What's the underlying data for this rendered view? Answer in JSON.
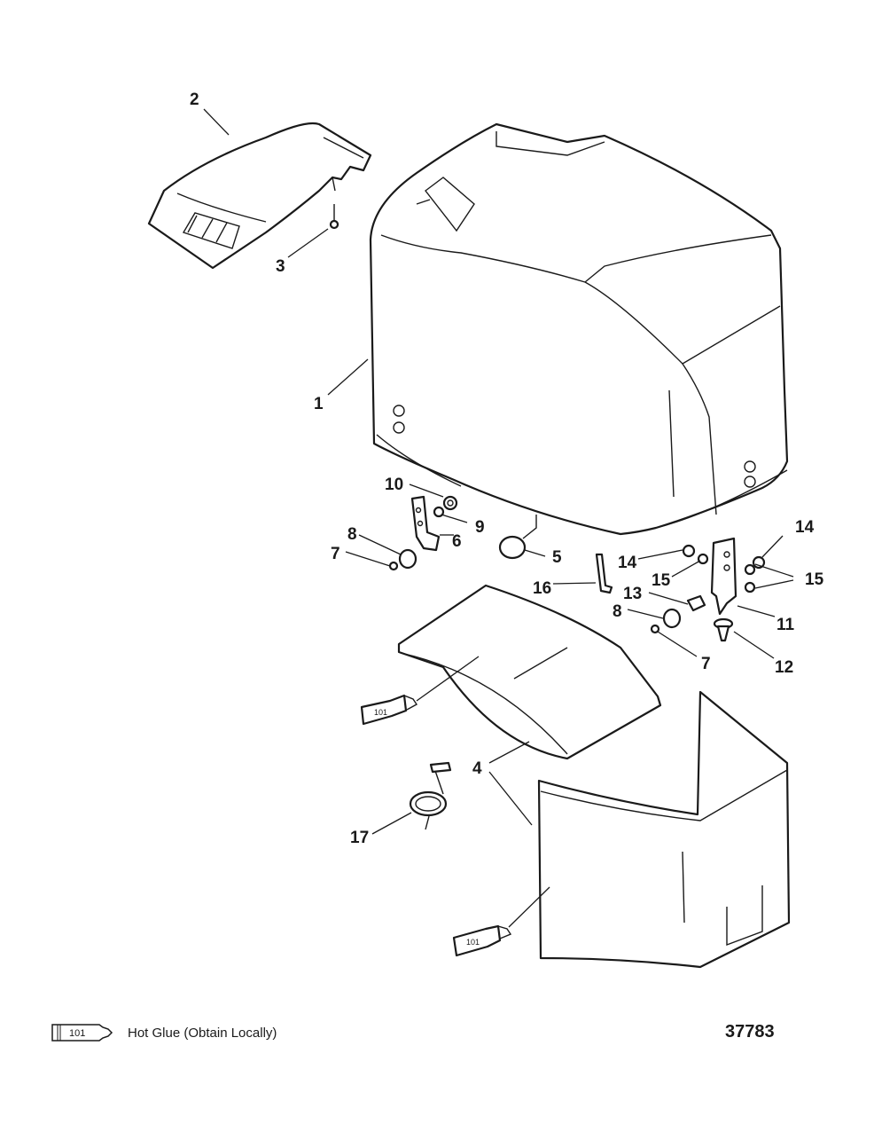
{
  "callouts": [
    "1",
    "2",
    "3",
    "4",
    "5",
    "6",
    "7",
    "8",
    "9",
    "10",
    "11",
    "12",
    "13",
    "14",
    "15",
    "16",
    "17"
  ],
  "sealant_label": "101",
  "legend_text": "Hot Glue (Obtain Locally)",
  "figure_number": "37783",
  "colors": {
    "line": "#1a1a1a",
    "background": "#ffffff"
  }
}
